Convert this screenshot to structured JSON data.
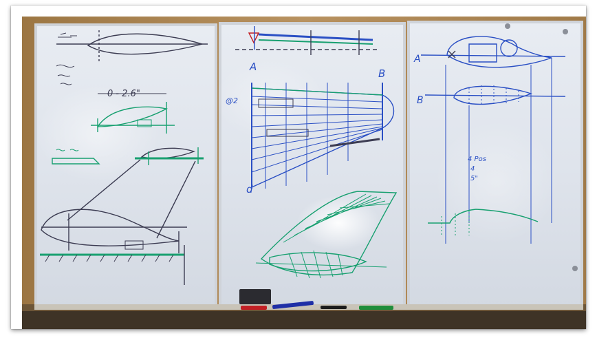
{
  "photo": {
    "panel_labels": {
      "left_dim": "0 - 2.6\"",
      "mid_a": "A",
      "mid_b": "B",
      "mid_d": "d",
      "mid_scale": "@2",
      "right_a": "A",
      "right_b": "B",
      "right_note_1": "4 Pos",
      "right_note_2": "4",
      "right_note_3": "5\""
    },
    "colors": {
      "wood": "#b08a55",
      "board": "#e4e8ef",
      "ink_dark": "#3c3c52",
      "ink_blue": "#2a4fc4",
      "ink_green": "#18a070",
      "rail": "#c9c4b8"
    }
  }
}
